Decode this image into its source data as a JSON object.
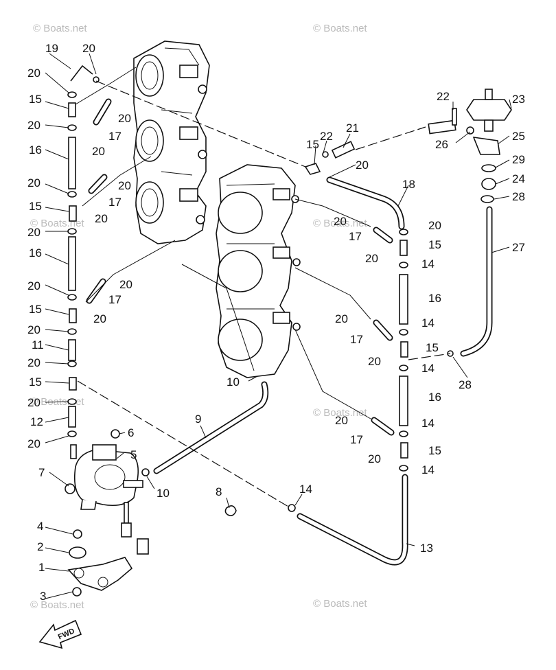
{
  "watermark": "© Boats.net",
  "fwd_label": "FWD",
  "callouts": [
    "1",
    "2",
    "3",
    "4",
    "5",
    "6",
    "7",
    "8",
    "9",
    "10",
    "11",
    "12",
    "13",
    "14",
    "15",
    "16",
    "17",
    "18",
    "19",
    "20",
    "21",
    "22",
    "23",
    "24",
    "25",
    "26",
    "27",
    "28",
    "29"
  ]
}
